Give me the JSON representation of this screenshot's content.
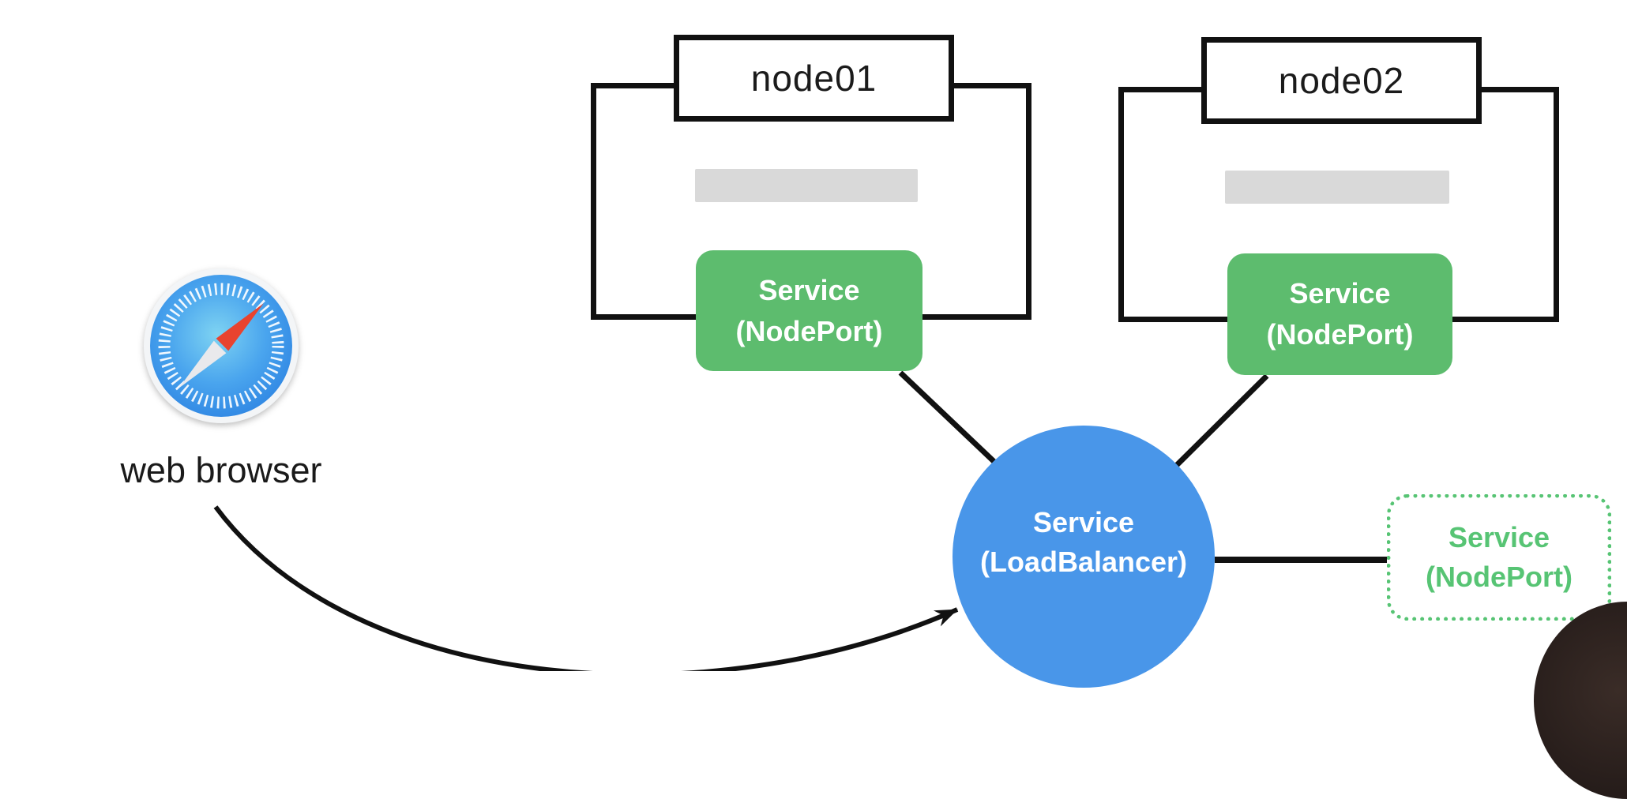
{
  "diagram": {
    "description": "Kubernetes services architecture diagram",
    "node01": {
      "label": "node01",
      "service": {
        "line1": "Service",
        "line2": "(NodePort)"
      }
    },
    "node02": {
      "label": "node02",
      "service": {
        "line1": "Service",
        "line2": "(NodePort)"
      }
    },
    "loadbalancer": {
      "line1": "Service",
      "line2": "(LoadBalancer)"
    },
    "external_service": {
      "line1": "Service",
      "line2": "(NodePort)"
    },
    "browser": {
      "label": "web browser",
      "icon": "safari-compass-icon"
    },
    "webcam_overlay": {
      "icon": "presenter-head"
    },
    "colors": {
      "nodeport_green": "#5dbc6e",
      "loadbalancer_blue": "#4996e9",
      "external_green": "#57c474",
      "pod_bar_gray": "#d9d9d9",
      "line_black": "#111111",
      "node_text": "#1b1b1b"
    }
  }
}
